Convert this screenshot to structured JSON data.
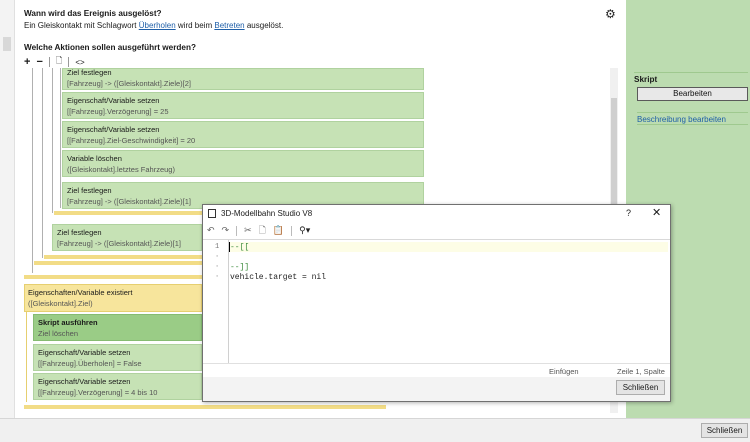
{
  "event": {
    "question": "Wann wird das Ereignis ausgelöst?",
    "line_prefix": "Ein Gleiskontakt mit Schlagwort",
    "keyword": "Überholen",
    "line_mid": "wird beim",
    "action_link": "Betreten",
    "line_suffix": "ausgelöst."
  },
  "actions_title": "Welche Aktionen sollen ausgeführt werden?",
  "toolbar": {
    "add": "+",
    "remove": "−",
    "code": "<>"
  },
  "tree": {
    "item_top_title": "Ziel festlegen",
    "item_top_sub": "[Fahrzeug] -> ([Gleiskontakt].Ziele)[2]",
    "item2_title": "Eigenschaft/Variable setzen",
    "item2_sub": "[[Fahrzeug].Verzögerung] = 25",
    "item3_title": "Eigenschaft/Variable setzen",
    "item3_sub": "[[Fahrzeug].Ziel-Geschwindigkeit] = 20",
    "item4_title": "Variable löschen",
    "item4_sub": "([Gleiskontakt].letztes Fahrzeug)",
    "item5_title": "Ziel festlegen",
    "item5_sub": "[Fahrzeug] -> ([Gleiskontakt].Ziele)[1]",
    "item6_title": "Ziel festlegen",
    "item6_sub": "[Fahrzeug] -> ([Gleiskontakt].Ziele)[1]",
    "cond_title": "Eigenschaften/Variable existiert",
    "cond_sub": "([Gleiskontakt].Ziel)",
    "script_title": "Skript ausführen",
    "script_sub": "Ziel löschen",
    "set1_title": "Eigenschaft/Variable setzen",
    "set1_sub": "[[Fahrzeug].Überholen] = False",
    "set2_title": "Eigenschaft/Variable setzen",
    "set2_sub": "[[Fahrzeug].Verzögerung] = 4 bis 10"
  },
  "right_panel": {
    "header": "Skript",
    "edit_button": "Bearbeiten",
    "desc_link": "Beschreibung bearbeiten"
  },
  "footer": {
    "close_button": "Schließen"
  },
  "dialog": {
    "title": "3D-Modellbahn Studio V8",
    "help": "?",
    "close": "✕",
    "gutter": [
      "1",
      "·",
      "·",
      "·"
    ],
    "code": [
      "--[[",
      "",
      "--]]",
      "vehicle.target = nil"
    ],
    "status_mode": "Einfügen",
    "status_pos": "Zeile 1, Spalte 1",
    "close_button": "Schließen"
  }
}
